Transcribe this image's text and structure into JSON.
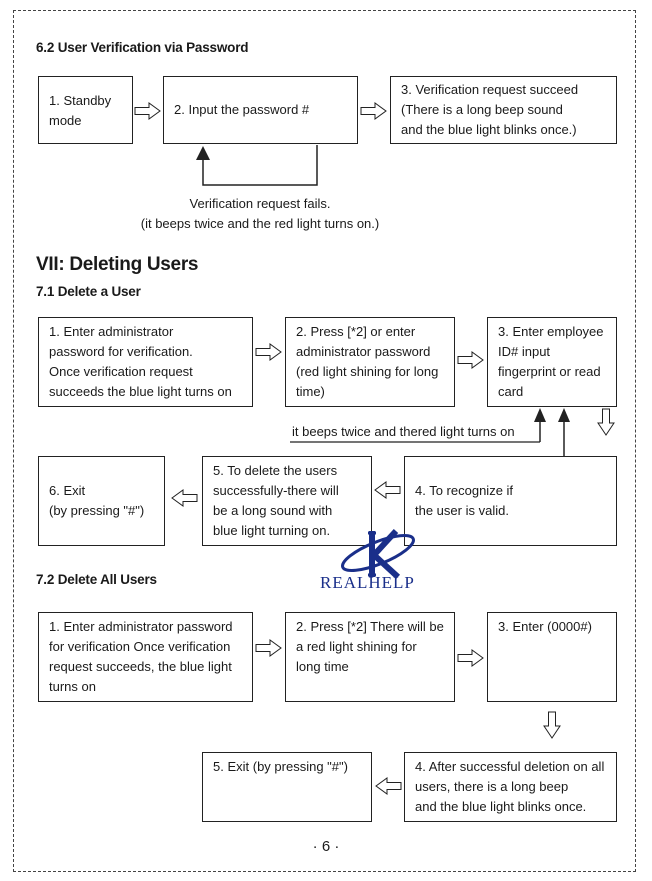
{
  "sec62": {
    "title": "6.2 User Verification via Password",
    "step1": "1. Standby\nmode",
    "step2": "2. Input the password #",
    "step3": "3. Verification request succeed\n(There is a long beep sound\nand the blue light blinks once.)",
    "fail_note": "Verification request fails.\n(it beeps twice and the red light turns on.)"
  },
  "sec7": {
    "title": "VII: Deleting Users"
  },
  "sec71": {
    "title": "7.1 Delete a User",
    "step1": "1. Enter administrator\npassword for verification.\nOnce verification request\nsucceeds the blue light turns on",
    "step2": "2. Press [*2] or enter\nadministrator password\n(red light shining for long\ntime)",
    "step3": "3. Enter employee\nID# input\nfingerprint or read\ncard",
    "fail_note": "it beeps twice and thered light turns on",
    "step4": "4. To recognize if\nthe user is valid.",
    "step5": "5. To delete the users\nsuccessfully-there will\nbe a long sound with\nblue light turning on.",
    "step6": "6. Exit\n(by pressing \"#\")"
  },
  "sec72": {
    "title": "7.2 Delete All Users",
    "step1": "1. Enter administrator password\nfor verification Once verification\nrequest succeeds, the blue light\nturns on",
    "step2": "2. Press [*2] There will be\na red light shining for\nlong time",
    "step3": "3. Enter (0000#)",
    "step4": "4. After successful deletion on all\nusers, there is a long beep\nand the blue light blinks once.",
    "step5": "5. Exit (by pressing \"#\")"
  },
  "watermark": {
    "text": "REALHELP",
    "primary_color": "#1a2f8a"
  },
  "page_number": "· 6 ·"
}
